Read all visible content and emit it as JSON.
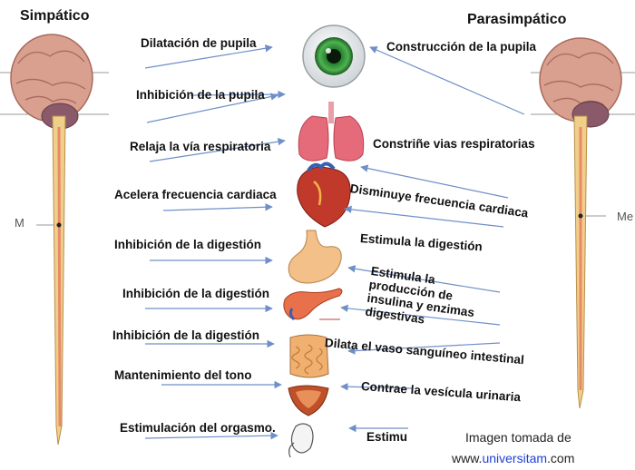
{
  "titles": {
    "left": "Simpático",
    "right": "Parasimpático"
  },
  "spine_marks": {
    "left": "M",
    "right": "Me"
  },
  "sympathetic": [
    "Dilatación de pupila",
    "Inhibición de la pupila",
    "Relaja la vía respiratoria",
    "Acelera frecuencia cardiaca",
    "Inhibición de la digestión",
    "Inhibición de la digestión",
    "Inhibición de la digestión",
    "Mantenimiento del tono",
    "Estimulación del orgasmo."
  ],
  "parasympathetic": [
    "Construcción de la pupila",
    "Constriñe vias respiratorias",
    "Disminuye frecuencia cardiaca",
    "Estimula la digestión",
    "Estimula la producción de insulina y enzimas digestivas",
    "Dilata el  vaso sanguíneo intestinal",
    "Contrae la vesícula urinaria",
    "Estimu"
  ],
  "credit": {
    "line1": "Imagen tomada de",
    "prefix": "www.",
    "site": "universitam",
    "suffix": ".com"
  },
  "colors": {
    "arrow": "#6f8fc8",
    "brain": "#d9a08f",
    "brain_dark": "#a86a5c",
    "cerebellum": "#8a5a6a",
    "spine": "#f0cf8a",
    "spine_core": "#e88a6a",
    "eye_iris": "#2a9a3a",
    "lungs": "#e56a7a",
    "heart": "#c0392b",
    "stomach": "#f3c08a",
    "pancreas": "#e8704a",
    "intestine": "#f0b070",
    "bladder": "#c0502a",
    "accent_link": "#1e40d8"
  }
}
